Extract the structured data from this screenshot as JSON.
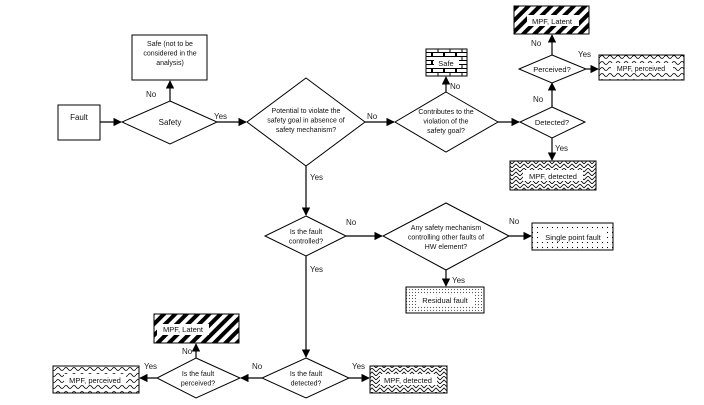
{
  "diagram": {
    "title": "Hardware fault classification flowchart",
    "nodes": {
      "fault": {
        "label": [
          "Fault"
        ],
        "shape": "box"
      },
      "safety": {
        "label": [
          "Safety"
        ],
        "shape": "diamond"
      },
      "safe_not_considered": {
        "label": [
          "Safe (not to be",
          "considered in the",
          "analysis)"
        ],
        "shape": "box"
      },
      "potential_violate": {
        "label": [
          "Potential to violate the",
          "safety goal in absence of",
          "safety mechanism?"
        ],
        "shape": "diamond"
      },
      "contributes": {
        "label": [
          "Contributes to the",
          "violation of the",
          "safety goal?"
        ],
        "shape": "diamond"
      },
      "safe": {
        "label": [
          "Safe"
        ],
        "shape": "box",
        "pattern": "brick"
      },
      "detected_top": {
        "label": [
          "Detected?"
        ],
        "shape": "diamond"
      },
      "perceived_top": {
        "label": [
          "Perceived?"
        ],
        "shape": "diamond"
      },
      "mpf_latent_top": {
        "label": [
          "MPF, Latent"
        ],
        "shape": "box",
        "pattern": "diagonal-stripes"
      },
      "mpf_perceived_top": {
        "label": [
          "MPF, perceived"
        ],
        "shape": "box",
        "pattern": "wave"
      },
      "mpf_detected_top": {
        "label": [
          "MPF, detected"
        ],
        "shape": "box",
        "pattern": "zigzag-hatch"
      },
      "fault_controlled": {
        "label": [
          "Is the fault",
          "controlled?"
        ],
        "shape": "diamond"
      },
      "any_safety_mech": {
        "label": [
          "Any safety mechanism",
          "controlling other faults of",
          "HW element?"
        ],
        "shape": "diamond"
      },
      "single_point_fault": {
        "label": [
          "Single point fault"
        ],
        "shape": "box",
        "pattern": "sparse-dots"
      },
      "residual_fault": {
        "label": [
          "Residual fault"
        ],
        "shape": "box",
        "pattern": "dense-dots"
      },
      "fault_detected": {
        "label": [
          "Is the fault",
          "detected?"
        ],
        "shape": "diamond"
      },
      "fault_perceived": {
        "label": [
          "Is the fault",
          "perceived?"
        ],
        "shape": "diamond"
      },
      "mpf_latent_bottom": {
        "label": [
          "MPF, Latent"
        ],
        "shape": "box",
        "pattern": "diagonal-stripes"
      },
      "mpf_perceived_bottom": {
        "label": [
          "MPF, perceived"
        ],
        "shape": "box",
        "pattern": "wave"
      },
      "mpf_detected_bottom": {
        "label": [
          "MPF, detected"
        ],
        "shape": "box",
        "pattern": "zigzag-hatch"
      }
    },
    "edges": [
      {
        "from": "fault",
        "to": "safety",
        "label": ""
      },
      {
        "from": "safety",
        "to": "safe_not_considered",
        "label": "No"
      },
      {
        "from": "safety",
        "to": "potential_violate",
        "label": "Yes"
      },
      {
        "from": "potential_violate",
        "to": "contributes",
        "label": "No"
      },
      {
        "from": "potential_violate",
        "to": "fault_controlled",
        "label": "Yes"
      },
      {
        "from": "contributes",
        "to": "safe",
        "label": "No"
      },
      {
        "from": "contributes",
        "to": "detected_top",
        "label": ""
      },
      {
        "from": "detected_top",
        "to": "perceived_top",
        "label": "No"
      },
      {
        "from": "detected_top",
        "to": "mpf_detected_top",
        "label": "Yes"
      },
      {
        "from": "perceived_top",
        "to": "mpf_latent_top",
        "label": "No"
      },
      {
        "from": "perceived_top",
        "to": "mpf_perceived_top",
        "label": "Yes"
      },
      {
        "from": "fault_controlled",
        "to": "any_safety_mech",
        "label": "No"
      },
      {
        "from": "fault_controlled",
        "to": "fault_detected",
        "label": "Yes"
      },
      {
        "from": "any_safety_mech",
        "to": "single_point_fault",
        "label": "No"
      },
      {
        "from": "any_safety_mech",
        "to": "residual_fault",
        "label": "Yes"
      },
      {
        "from": "fault_detected",
        "to": "fault_perceived",
        "label": "No"
      },
      {
        "from": "fault_detected",
        "to": "mpf_detected_bottom",
        "label": "Yes"
      },
      {
        "from": "fault_perceived",
        "to": "mpf_latent_bottom",
        "label": "No"
      },
      {
        "from": "fault_perceived",
        "to": "mpf_perceived_bottom",
        "label": "Yes"
      }
    ],
    "colors": {
      "stroke": "#000000",
      "text": "#111111",
      "background": "#ffffff"
    }
  }
}
